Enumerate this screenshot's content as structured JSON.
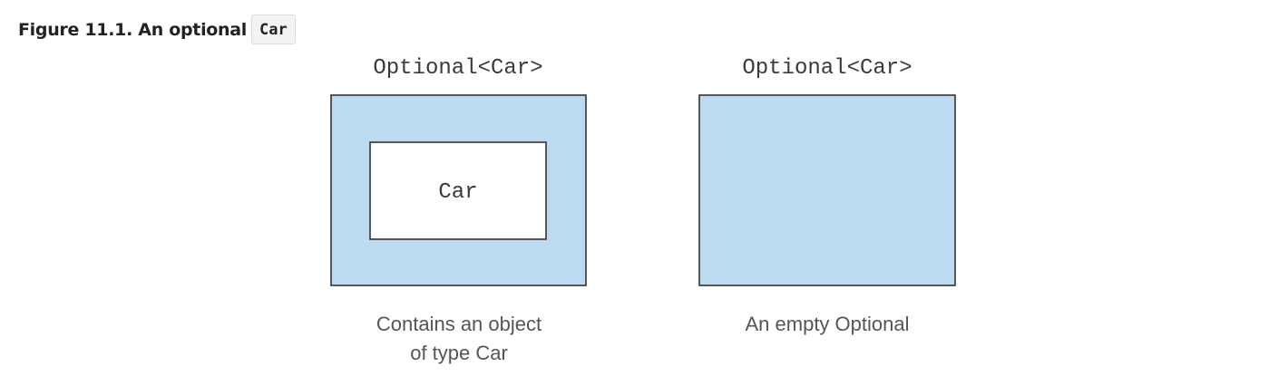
{
  "figure": {
    "caption_prefix": "Figure 11.1. An optional",
    "caption_code": "Car"
  },
  "diagram": {
    "colors": {
      "container_fill": "#bcdaf0",
      "container_stroke": "#333333",
      "inner_fill": "#ffffff"
    },
    "left": {
      "type_label": "Optional<Car>",
      "inner_label": "Car",
      "description_line1": "Contains an object",
      "description_line2": "of type Car"
    },
    "right": {
      "type_label": "Optional<Car>",
      "description_line1": "An empty Optional"
    }
  }
}
